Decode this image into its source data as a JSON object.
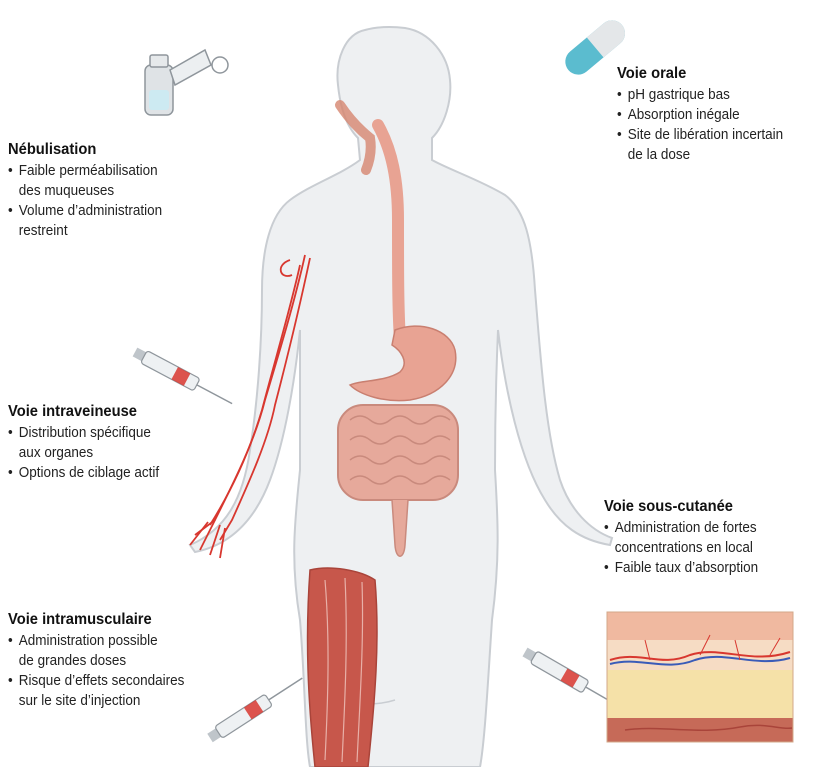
{
  "routes": {
    "nebulisation": {
      "title": "Nébulisation",
      "items": [
        "Faible perméabilisation",
        "des muqueuses",
        "Volume d’administration",
        "restreint"
      ]
    },
    "orale": {
      "title": "Voie orale",
      "items": [
        "pH gastrique bas",
        "Absorption inégale",
        "Site de libération incertain",
        "de la dose"
      ]
    },
    "intraveineuse": {
      "title": "Voie intraveineuse",
      "items": [
        "Distribution spécifique",
        "aux organes",
        "Options de ciblage actif"
      ]
    },
    "sous_cutanee": {
      "title": "Voie sous-cutanée",
      "items": [
        "Administration de fortes",
        "concentrations en local",
        "Faible taux d’absorption"
      ]
    },
    "intramusculaire": {
      "title": "Voie intramusculaire",
      "items": [
        "Administration possible",
        "de grandes doses",
        "Risque d’effets secondaires",
        "sur le site d’injection"
      ]
    }
  },
  "colors": {
    "body_fill": "#eef0f2",
    "body_outline": "#c9cdd2",
    "digestive": "#e8a393",
    "vein": "#d8372f",
    "muscle": "#c7574b",
    "skin": "#f0c8a2",
    "pill_cap": "#5bbccf"
  }
}
